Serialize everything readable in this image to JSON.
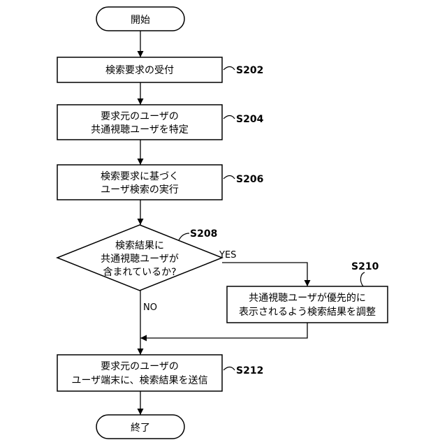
{
  "diagram": {
    "nodes": {
      "start": {
        "lines": [
          "開始"
        ]
      },
      "s202": {
        "lines": [
          "検索要求の受付"
        ],
        "label": "S202"
      },
      "s204": {
        "lines": [
          "要求元のユーザの",
          "共通視聴ユーザを特定"
        ],
        "label": "S204"
      },
      "s206": {
        "lines": [
          "検索要求に基づく",
          "ユーザ検索の実行"
        ],
        "label": "S206"
      },
      "s208": {
        "lines": [
          "検索結果に",
          "共通視聴ユーザが",
          "含まれているか?"
        ],
        "label": "S208"
      },
      "s210": {
        "lines": [
          "共通視聴ユーザが優先的に",
          "表示されるよう検索結果を調整"
        ],
        "label": "S210"
      },
      "s212": {
        "lines": [
          "要求元のユーザの",
          "ユーザ端末に、検索結果を送信"
        ],
        "label": "S212"
      },
      "end": {
        "lines": [
          "終了"
        ]
      }
    },
    "branches": {
      "yes": "YES",
      "no": "NO"
    }
  }
}
